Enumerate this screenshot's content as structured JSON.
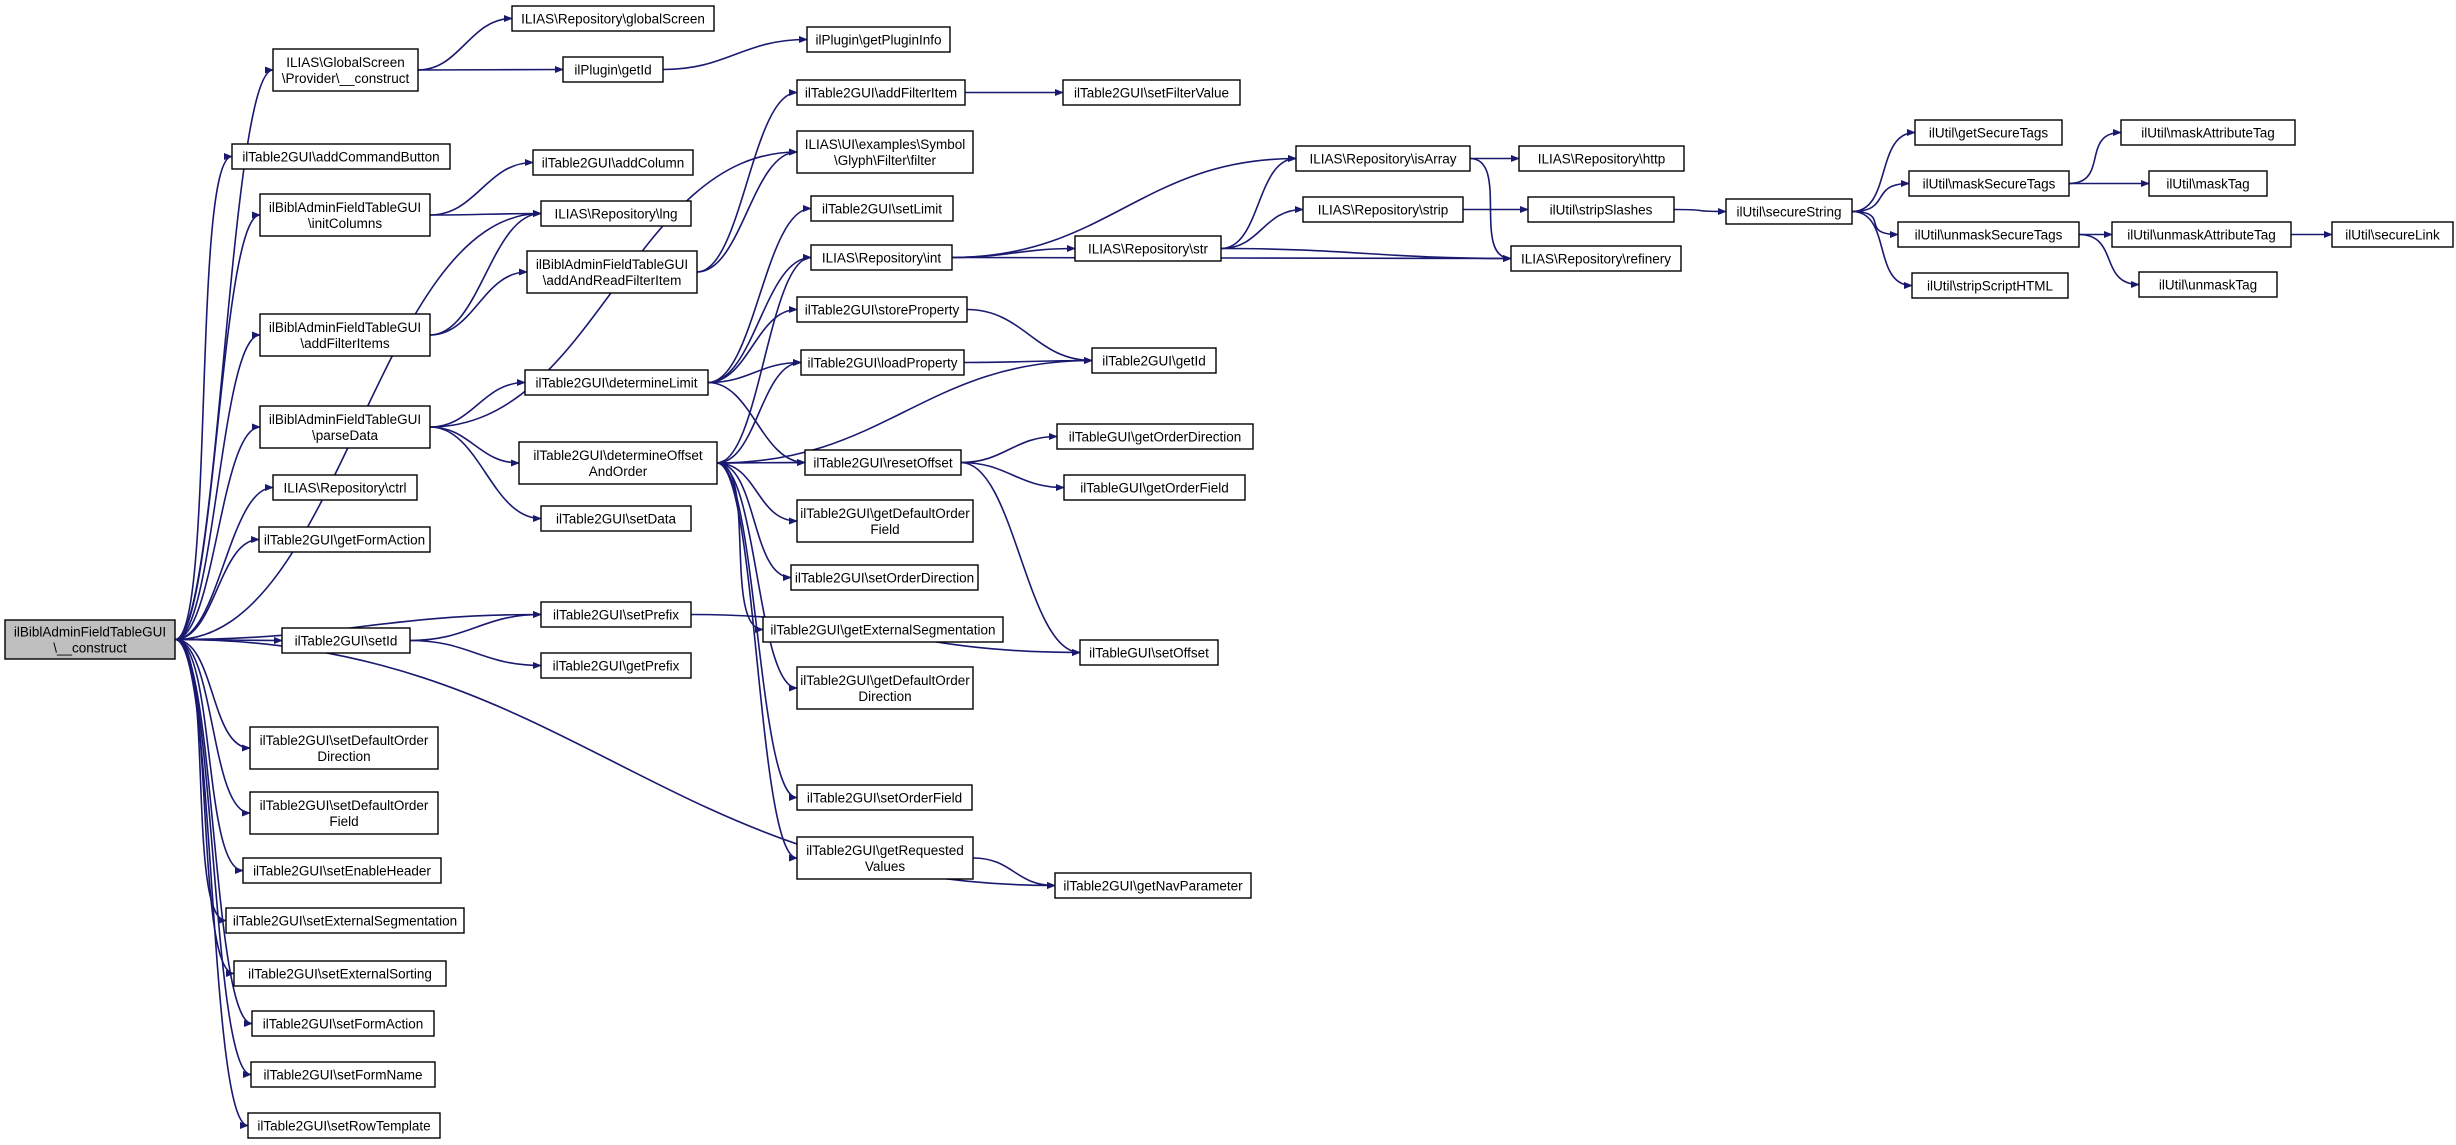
{
  "diagram": {
    "edge_color": "#191970",
    "root_fill": "#bfbfbf",
    "nodes": {
      "root": [
        "ilBiblAdminFieldTableGUI",
        "\\__construct"
      ],
      "gs_construct": [
        "ILIAS\\GlobalScreen",
        "\\Provider\\__construct"
      ],
      "repo_globalscreen": [
        "ILIAS\\Repository\\globalScreen"
      ],
      "plugin_getid": [
        "ilPlugin\\getId"
      ],
      "plugin_getplugininfo": [
        "ilPlugin\\getPluginInfo"
      ],
      "addcommandbutton": [
        "ilTable2GUI\\addCommandButton"
      ],
      "initcolumns": [
        "ilBiblAdminFieldTableGUI",
        "\\initColumns"
      ],
      "addcolumn": [
        "ilTable2GUI\\addColumn"
      ],
      "repo_lng": [
        "ILIAS\\Repository\\lng"
      ],
      "addandreadfilteritem": [
        "ilBiblAdminFieldTableGUI",
        "\\addAndReadFilterItem"
      ],
      "addfilteritem": [
        "ilTable2GUI\\addFilterItem"
      ],
      "setfiltervalue": [
        "ilTable2GUI\\setFilterValue"
      ],
      "ui_filter": [
        "ILIAS\\UI\\examples\\Symbol",
        "\\Glyph\\Filter\\filter"
      ],
      "setlimit": [
        "ilTable2GUI\\setLimit"
      ],
      "addfilteritems": [
        "ilBiblAdminFieldTableGUI",
        "\\addFilterItems"
      ],
      "repo_int": [
        "ILIAS\\Repository\\int"
      ],
      "repo_isarray": [
        "ILIAS\\Repository\\isArray"
      ],
      "repo_http": [
        "ILIAS\\Repository\\http"
      ],
      "repo_str": [
        "ILIAS\\Repository\\str"
      ],
      "repo_strip": [
        "ILIAS\\Repository\\strip"
      ],
      "stripslashes": [
        "ilUtil\\stripSlashes"
      ],
      "securestring": [
        "ilUtil\\secureString"
      ],
      "repo_refinery": [
        "ILIAS\\Repository\\refinery"
      ],
      "getsecuretags": [
        "ilUtil\\getSecureTags"
      ],
      "masksecuretags": [
        "ilUtil\\maskSecureTags"
      ],
      "maskattributetag": [
        "ilUtil\\maskAttributeTag"
      ],
      "masktag": [
        "ilUtil\\maskTag"
      ],
      "unmasksecuretags": [
        "ilUtil\\unmaskSecureTags"
      ],
      "unmaskattributetag": [
        "ilUtil\\unmaskAttributeTag"
      ],
      "securelink": [
        "ilUtil\\secureLink"
      ],
      "unmasktag": [
        "ilUtil\\unmaskTag"
      ],
      "stripscripthtml": [
        "ilUtil\\stripScriptHTML"
      ],
      "storeproperty": [
        "ilTable2GUI\\storeProperty"
      ],
      "loadproperty": [
        "ilTable2GUI\\loadProperty"
      ],
      "t2_getid": [
        "ilTable2GUI\\getId"
      ],
      "determinelimit": [
        "ilTable2GUI\\determineLimit"
      ],
      "parsedata": [
        "ilBiblAdminFieldTableGUI",
        "\\parseData"
      ],
      "determineoffset": [
        "ilTable2GUI\\determineOffset",
        "AndOrder"
      ],
      "resetoffset": [
        "ilTable2GUI\\resetOffset"
      ],
      "getorderdirection": [
        "ilTableGUI\\getOrderDirection"
      ],
      "getorderfield": [
        "ilTableGUI\\getOrderField"
      ],
      "repo_ctrl": [
        "ILIAS\\Repository\\ctrl"
      ],
      "setdata": [
        "ilTable2GUI\\setData"
      ],
      "getdefaultorderfield": [
        "ilTable2GUI\\getDefaultOrder",
        "Field"
      ],
      "getformaction": [
        "ilTable2GUI\\getFormAction"
      ],
      "setorderdirection": [
        "ilTable2GUI\\setOrderDirection"
      ],
      "setprefix": [
        "ilTable2GUI\\setPrefix"
      ],
      "getexternalsegmentation": [
        "ilTable2GUI\\getExternalSegmentation"
      ],
      "setid": [
        "ilTable2GUI\\setId"
      ],
      "setoffset": [
        "ilTableGUI\\setOffset"
      ],
      "getprefix": [
        "ilTable2GUI\\getPrefix"
      ],
      "getdefaultorderdirection": [
        "ilTable2GUI\\getDefaultOrder",
        "Direction"
      ],
      "setdefaultorderdirection": [
        "ilTable2GUI\\setDefaultOrder",
        "Direction"
      ],
      "setorderfield": [
        "ilTable2GUI\\setOrderField"
      ],
      "setdefaultorderfield": [
        "ilTable2GUI\\setDefaultOrder",
        "Field"
      ],
      "getrequestedvalues": [
        "ilTable2GUI\\getRequested",
        "Values"
      ],
      "setenableheader": [
        "ilTable2GUI\\setEnableHeader"
      ],
      "getnavparameter": [
        "ilTable2GUI\\getNavParameter"
      ],
      "setexternalsegmentation": [
        "ilTable2GUI\\setExternalSegmentation"
      ],
      "setexternalsorting": [
        "ilTable2GUI\\setExternalSorting"
      ],
      "setformaction": [
        "ilTable2GUI\\setFormAction"
      ],
      "setformname": [
        "ilTable2GUI\\setFormName"
      ],
      "setrowtemplate": [
        "ilTable2GUI\\setRowTemplate"
      ]
    }
  }
}
